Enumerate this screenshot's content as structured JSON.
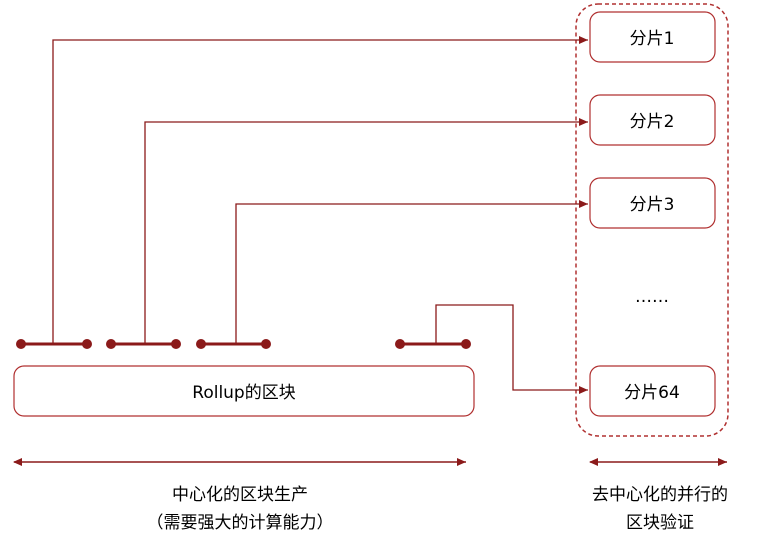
{
  "colors": {
    "primary": "#8b1a1a",
    "box_border": "#b03030"
  },
  "block": {
    "label": "Rollup的区块"
  },
  "shards": [
    {
      "label": "分片1"
    },
    {
      "label": "分片2"
    },
    {
      "label": "分片3"
    },
    {
      "label": "……"
    },
    {
      "label": "分片64"
    }
  ],
  "left_caption": {
    "line1": "中心化的区块生产",
    "line2": "（需要强大的计算能力）"
  },
  "right_caption": {
    "line1": "去中心化的并行的",
    "line2": "区块验证"
  }
}
